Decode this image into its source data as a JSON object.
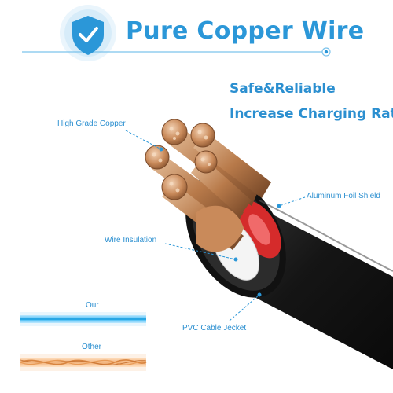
{
  "header": {
    "title": "Pure Copper Wire",
    "badge_icon": "shield-check-icon"
  },
  "features": {
    "line1": "Safe&Reliable",
    "line2": "Increase Charging Rate"
  },
  "callouts": {
    "copper": "High Grade Copper",
    "foil": "Aluminum Foil Shield",
    "insulation": "Wire Insulation",
    "jacket": "PVC Cable Jecket"
  },
  "comparison": {
    "ours": "Our",
    "other": "Other"
  },
  "colors": {
    "accent": "#2b97d8",
    "copper": "#c98a5a",
    "jacket": "#1b1b1b",
    "red_wire": "#d52b2b"
  }
}
